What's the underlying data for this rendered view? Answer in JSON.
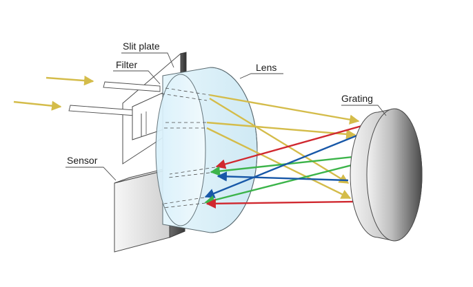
{
  "labels": {
    "slit_plate": "Slit plate",
    "filter": "Filter",
    "lens": "Lens",
    "grating": "Grating",
    "sensor": "Sensor"
  },
  "colors": {
    "input_light": "#d4bc4a",
    "red": "#d0282f",
    "green": "#3cb44a",
    "blue": "#1858a8",
    "outline": "#4a4a4a"
  }
}
